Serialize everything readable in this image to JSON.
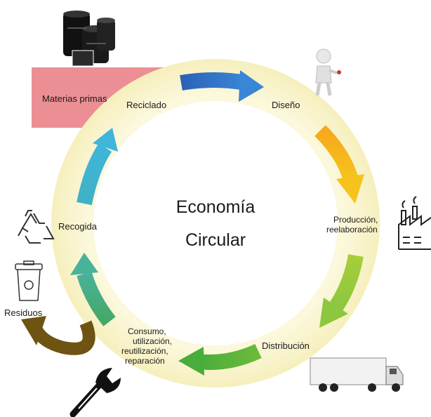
{
  "title_line1": "Economía",
  "title_line2": "Circular",
  "materias_primas": "Materias primas",
  "stages": {
    "reciclado": "Reciclado",
    "diseno": "Diseño",
    "produccion_1": "Producción,",
    "produccion_2": "reelaboración",
    "distribucion": "Distribución",
    "consumo_1": "Consumo,",
    "consumo_2": "utilización,",
    "consumo_3": "reutilización,",
    "consumo_4": "reparación",
    "recogida": "Recogida"
  },
  "residuos": "Residuos",
  "colors": {
    "ring": "#f8f3c4",
    "materias_box": "#ec8f94",
    "arrow_blue": "#2f6fc4",
    "arrow_orange": "#f2b21c",
    "arrow_lime": "#96c93d",
    "arrow_green": "#4fb03b",
    "arrow_teal": "#45aa86",
    "arrow_cyan": "#3ab4cf",
    "waste_arrow": "#6f5313"
  },
  "icons": [
    "barrels-icon",
    "figure-icon",
    "factory-icon",
    "truck-icon",
    "wrench-icon",
    "recycle-icon",
    "trash-bin-icon"
  ]
}
